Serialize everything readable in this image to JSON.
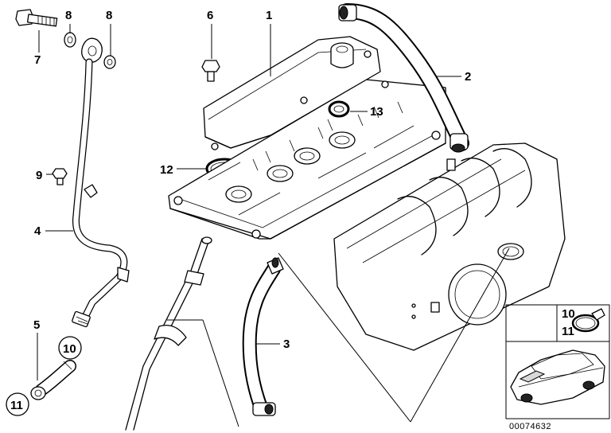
{
  "callouts": {
    "c1": "1",
    "c2": "2",
    "c3": "3",
    "c4": "4",
    "c5": "5",
    "c6": "6",
    "c7": "7",
    "c8a": "8",
    "c8b": "8",
    "c9": "9",
    "c10": "10",
    "c11": "11",
    "c12": "12",
    "c13": "13"
  },
  "inset": {
    "label_top": "10",
    "label_bottom": "11"
  },
  "reference_number": "00074632"
}
